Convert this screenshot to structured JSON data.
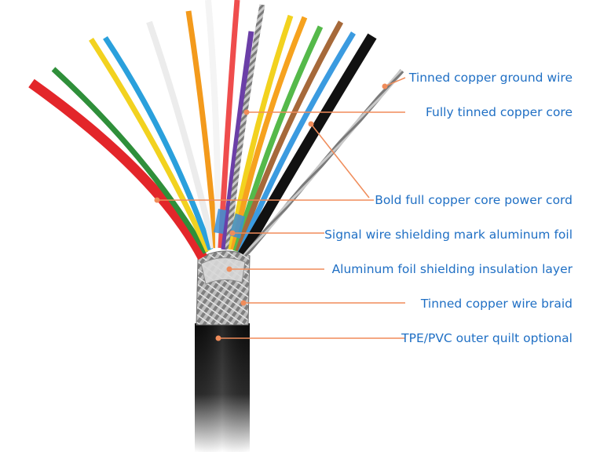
{
  "colors": {
    "label_text": "#1f6fc4",
    "leader_line": "#f08c5a",
    "leader_dot": "#f08c5a",
    "jacket": "#0b0b0b",
    "braid": "#9a9a9a"
  },
  "wire_colors": [
    "#e3262a",
    "#2f8f3a",
    "#f2d21f",
    "#2aa0dc",
    "#ececec",
    "#f39a1c",
    "#f4f4f4",
    "#ef4d4d",
    "#6b3fa7",
    "#f2d21f",
    "#f6a21e",
    "#55b94a",
    "#a6693a",
    "#3b9be0",
    "#111111",
    "#9a9a9a"
  ],
  "labels": [
    "Tinned copper ground wire",
    "Fully tinned copper core",
    "Bold full copper core power cord",
    "Signal wire shielding mark aluminum foil",
    "Aluminum foil shielding insulation layer",
    "Tinned copper wire braid",
    "TPE/PVC outer quilt optional"
  ]
}
